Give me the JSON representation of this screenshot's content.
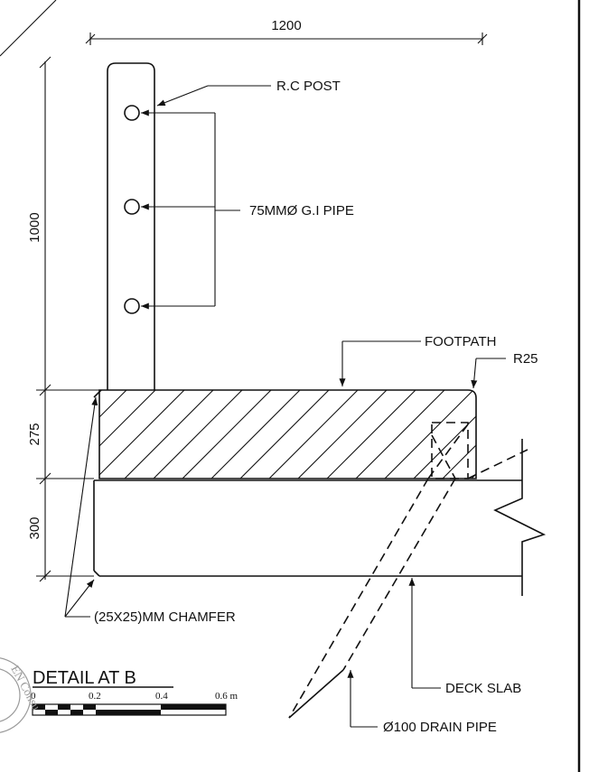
{
  "labels": {
    "post": "R.C POST",
    "pipe": "75MMØ G.I PIPE",
    "footpath": "FOOTPATH",
    "radius": "R25",
    "chamfer": "(25X25)MM CHAMFER",
    "deck_slab": "DECK SLAB",
    "drain_pipe": "Ø100 DRAIN PIPE"
  },
  "dimensions": {
    "width": "1200",
    "post_height": "1000",
    "footpath_thickness": "275",
    "slab_thickness": "300"
  },
  "detail": {
    "title": "DETAIL AT B"
  },
  "scale_bar": {
    "ticks": [
      "0",
      "0.2",
      "0.4",
      "0.6 m"
    ]
  },
  "stamp": {
    "text": "EN Consu"
  }
}
